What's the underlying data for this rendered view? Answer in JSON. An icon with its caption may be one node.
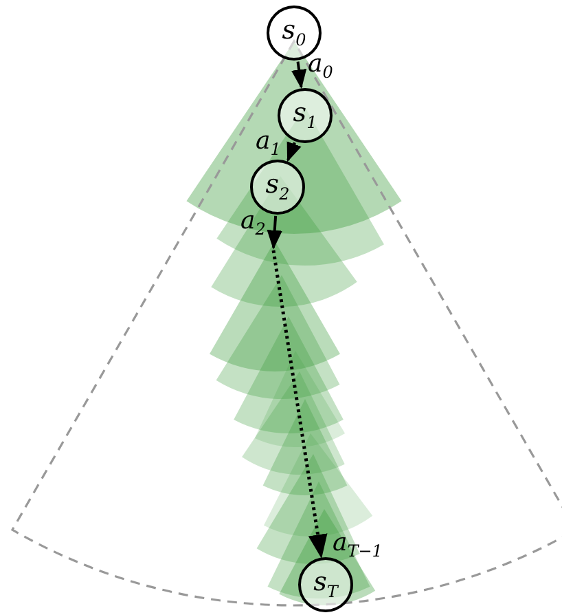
{
  "diagram": {
    "nodes": [
      {
        "text": [
          "s$_{0}$"
        ]
      },
      {
        "text": [
          "s$_{1}$"
        ]
      },
      {
        "text": [
          "s$_{2}$"
        ]
      },
      {
        "text": [
          "s$_{T}$"
        ]
      }
    ],
    "edges": [
      {
        "from": 0,
        "to": 1,
        "arrow": "to",
        "label": "a$_{0}$"
      },
      {
        "from": 1,
        "to": 2,
        "arrow": "to",
        "label": "a$_{1}$"
      },
      {
        "from": 2,
        "to": null,
        "arrow": "to",
        "label": "a$_{2}$"
      },
      {
        "from": null,
        "to": 3,
        "arrow": "to",
        "label": "a$_{T−1}$",
        "style": "dashed"
      }
    ]
  }
}
